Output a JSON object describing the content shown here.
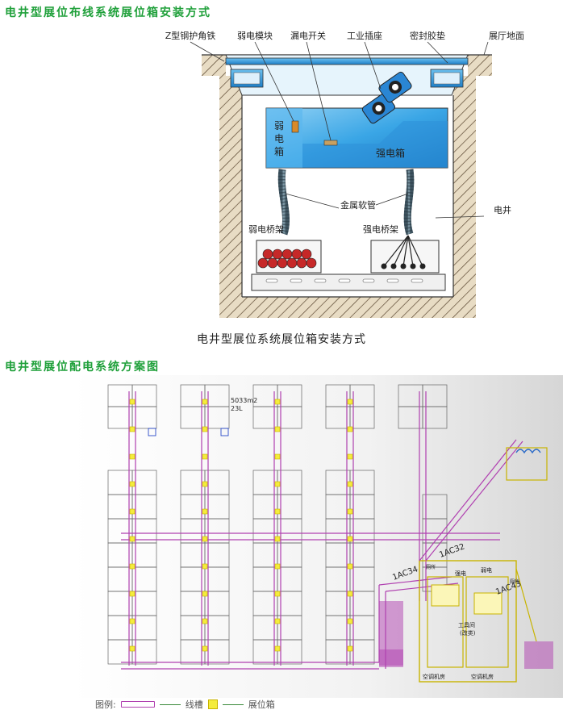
{
  "titles": {
    "section1": "电井型展位布线系统展位箱安装方式",
    "section2": "电井型展位配电系统方案图"
  },
  "diagram1": {
    "caption": "电井型展位系统展位箱安装方式",
    "labels": {
      "z_steel": "Z型钢护角铁",
      "weak_module": "弱电模块",
      "leakage_switch": "漏电开关",
      "industrial_socket": "工业插座",
      "seal_gasket": "密封胶垫",
      "hall_floor": "展厅地面",
      "weak_box_1": "弱",
      "weak_box_2": "电",
      "weak_box_3": "箱",
      "strong_box": "强电箱",
      "metal_hose": "金属软管",
      "shaft": "电井",
      "weak_tray": "弱电桥架",
      "strong_tray": "强电桥架"
    }
  },
  "plan": {
    "area_label_1": "5033m2",
    "area_label_2": "23L",
    "ac32": "1AC32",
    "ac34": "1AC34",
    "ac43": "1AC43",
    "strong_room": "强电",
    "weak_room": "弱电",
    "toilet_1": "厕所",
    "toilet_2": "厕所",
    "tool_room": "工具间",
    "tool_room_sub": "(改类)",
    "ac_room_1": "空调机房",
    "ac_room_2": "空调机房"
  },
  "legend": {
    "prefix": "图例:",
    "trough": "线槽",
    "box": "展位箱"
  },
  "colors": {
    "title_green": "#1fa03a",
    "box_blue": "#3aa6e6",
    "trough_purple": "#b040b0",
    "booth_yellow": "#f4ec3c"
  }
}
